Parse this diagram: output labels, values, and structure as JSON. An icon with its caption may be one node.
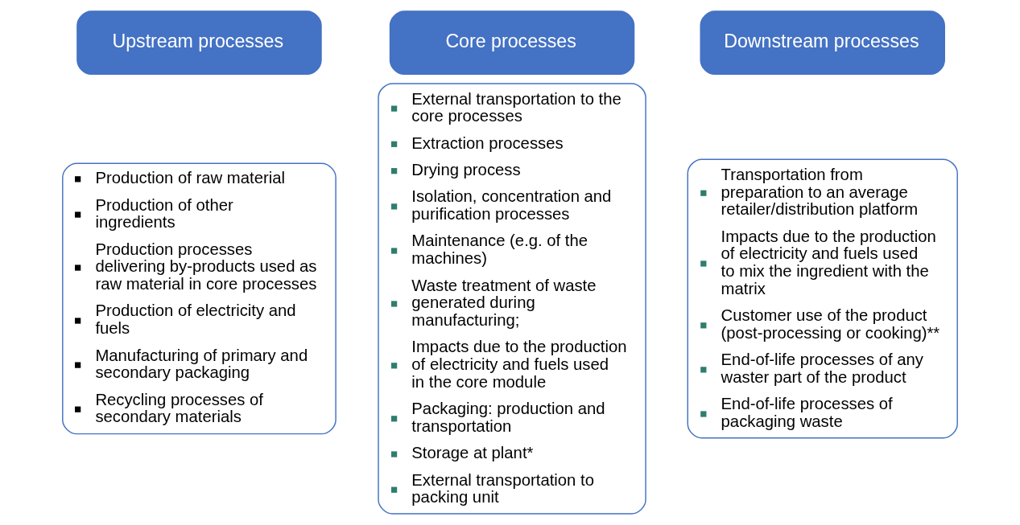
{
  "diagram": {
    "nodes": [
      {
        "text": [
          "Upstream processes"
        ]
      },
      {
        "text": [
          "Production of raw material",
          "Production of other ingredients",
          "Production processes delivering by-products used as raw material in core processes",
          "Production of electricity and fuels",
          "Manufacturing of primary and secondary packaging",
          "Recycling processes of secondary materials"
        ]
      },
      {
        "text": [
          "Core processes"
        ]
      },
      {
        "text": [
          "External transportation to the core processes",
          "Extraction processes",
          "Drying process",
          "Isolation, concentration and purification processes",
          "Maintenance (e.g. of the machines)",
          "Waste treatment of waste generated during manufacturing;",
          "Impacts due to the production of electricity and fuels used in the core module",
          "Packaging: production and transportation",
          "Storage at plant*",
          "External transportation to packing unit"
        ]
      },
      {
        "text": [
          "Downstream processes"
        ]
      },
      {
        "text": [
          "Transportation from preparation to an average retailer/distribution platform",
          "Impacts due to the production of electricity and fuels used to mix the ingredient with the matrix",
          "Customer use of the product (post-processing or cooking)**",
          "End-of-life processes of any waster part of the product",
          "End-of-life processes of packaging waste"
        ]
      }
    ]
  }
}
